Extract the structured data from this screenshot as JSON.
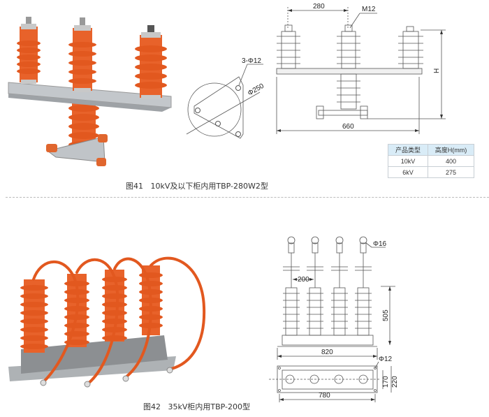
{
  "figure41": {
    "caption": "图41   10kV及以下柜内用TBP-280W2型",
    "drawing": {
      "spacing_label": "280",
      "bolt_label": "M12",
      "height_label": "H",
      "width_label": "660",
      "holes_label": "3-Φ12",
      "diameter_label": "Φ250"
    },
    "spec_table": {
      "headers": [
        "产品类型",
        "高度H(mm)"
      ],
      "rows": [
        [
          "10kV",
          "400"
        ],
        [
          "6kV",
          "275"
        ]
      ]
    }
  },
  "figure42": {
    "caption": "图42   35kV柜内用TBP-200型",
    "drawing": {
      "terminal_label": "Φ16",
      "spacing_label": "200",
      "height_label": "505",
      "width_label": "820",
      "hole_label": "Φ12",
      "inner_height_label": "170",
      "outer_height_label": "220",
      "base_width_label": "780"
    }
  },
  "colors": {
    "insulator_orange": "#e8622a",
    "metal": "#b8bcc0",
    "table_header": "#d9ecf7",
    "line": "#444444"
  }
}
